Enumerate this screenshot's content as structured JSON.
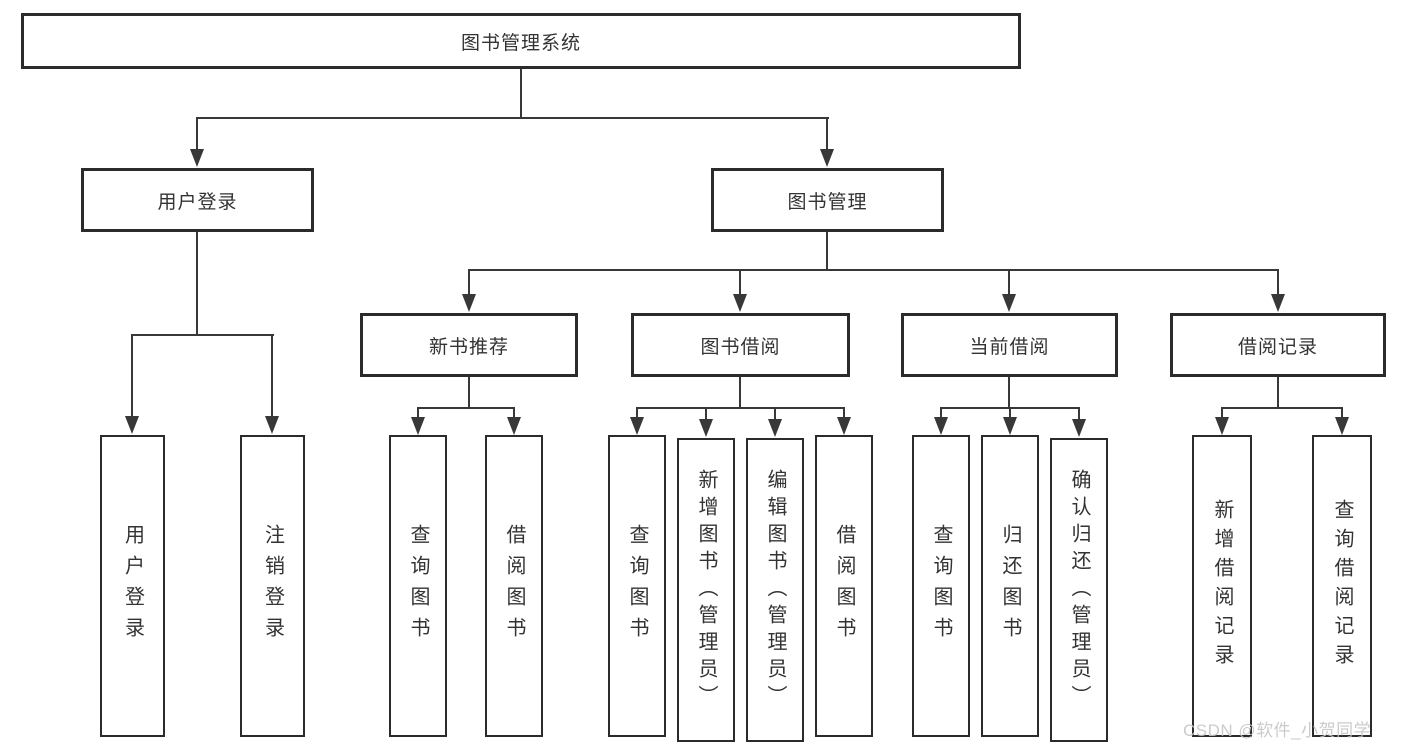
{
  "nodes": {
    "root": {
      "label": "图书管理系统"
    },
    "userLogin": {
      "label": "用户登录"
    },
    "bookMgmt": {
      "label": "图书管理"
    },
    "newBookRec": {
      "label": "新书推荐"
    },
    "bookBorrow": {
      "label": "图书借阅"
    },
    "currentBorrow": {
      "label": "当前借阅"
    },
    "borrowRecords": {
      "label": "借阅记录"
    },
    "leafUserLogin": {
      "label": "用户登录"
    },
    "leafLogout": {
      "label": "注销登录"
    },
    "leafQueryBooksA": {
      "label": "查询图书"
    },
    "leafBorrowBooksA": {
      "label": "借阅图书"
    },
    "leafQueryBooksB": {
      "label": "查询图书"
    },
    "leafAddBook": {
      "label": "新增图书（管理员）"
    },
    "leafEditBook": {
      "label": "编辑图书（管理员）"
    },
    "leafBorrowBooksB": {
      "label": "借阅图书"
    },
    "leafQueryBooksC": {
      "label": "查询图书"
    },
    "leafReturnBook": {
      "label": "归还图书"
    },
    "leafConfirmReturn": {
      "label": "确认归还（管理员）"
    },
    "leafAddBorrowRec": {
      "label": "新增借阅记录"
    },
    "leafQueryBorrowRec": {
      "label": "查询借阅记录"
    }
  },
  "watermark": {
    "text": "CSDN @软件_小贺同学"
  },
  "colors": {
    "line": "#383838",
    "box_border": "#2b2b2b",
    "box_fill": "#ffffff",
    "text": "#333333",
    "watermark": "#c6c6c6"
  }
}
